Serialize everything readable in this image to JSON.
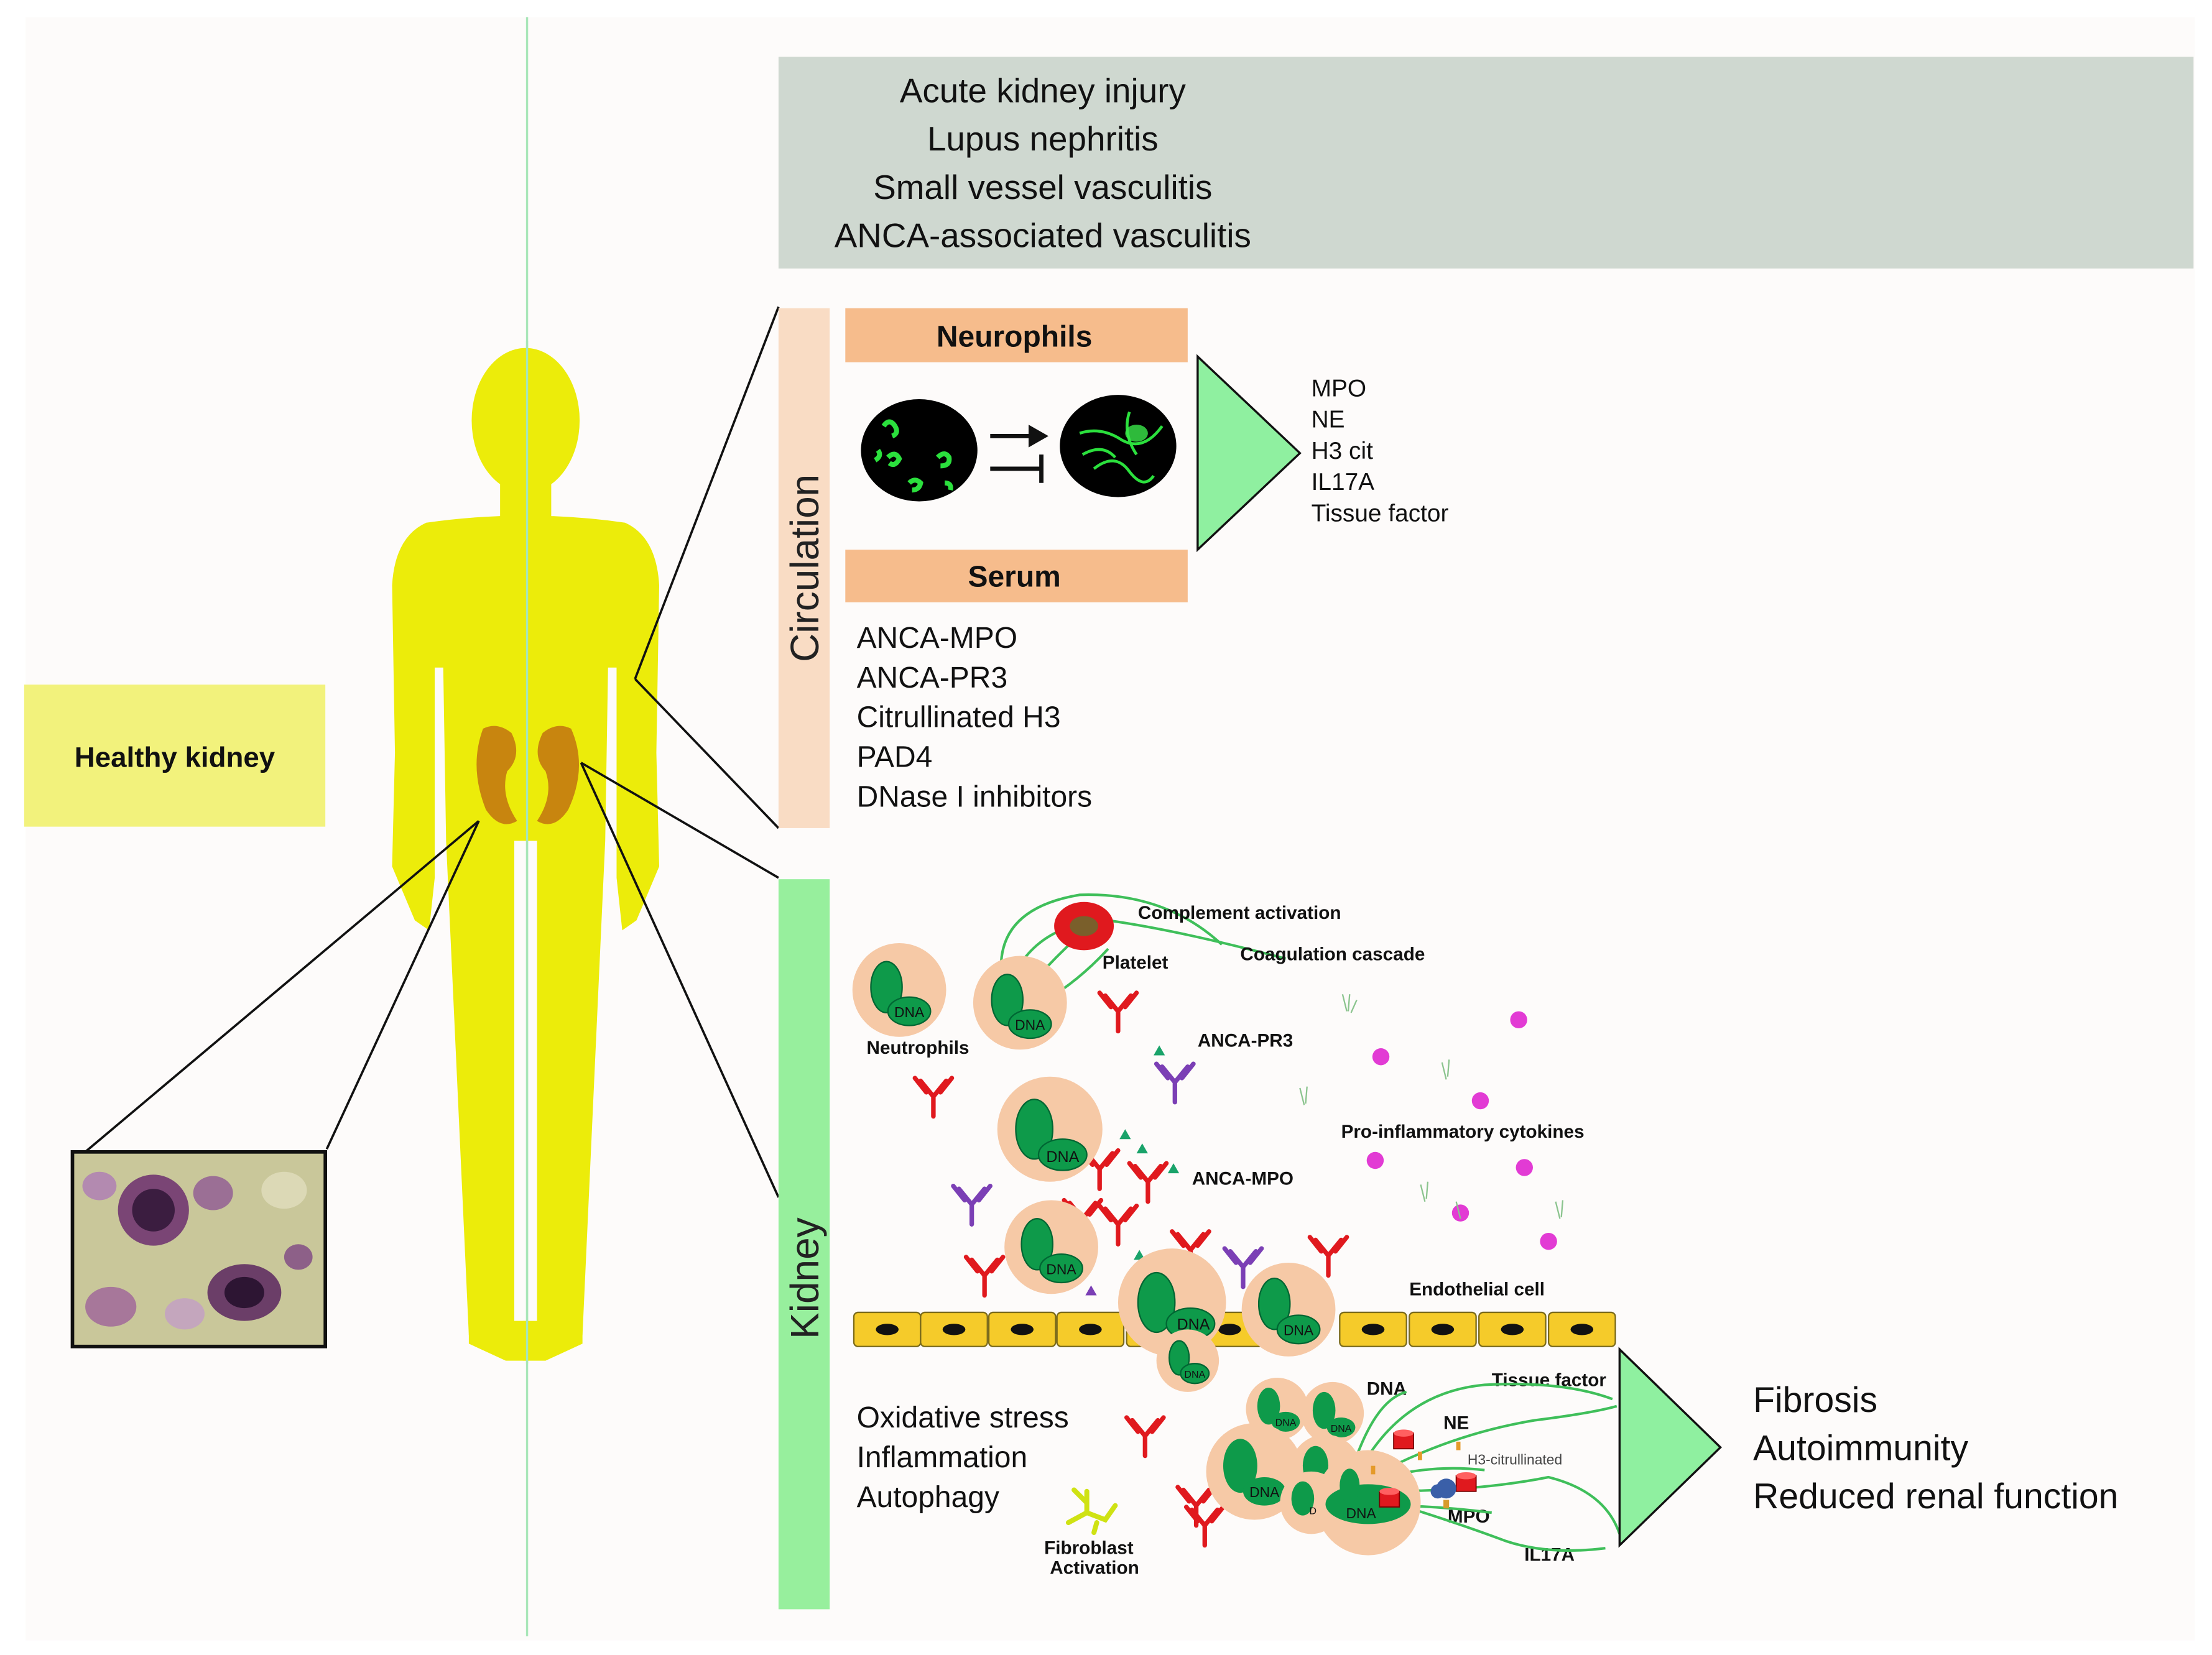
{
  "diseases": {
    "items": [
      "Acute kidney injury",
      "Lupus nephritis",
      "Small vessel vasculitis",
      "ANCA-associated vasculitis"
    ]
  },
  "left": {
    "healthy_label": "Healthy kidney"
  },
  "circulation": {
    "section_label": "Circulation",
    "neutrophils_header": "Neurophils",
    "serum_header": "Serum",
    "net_markers": [
      "MPO",
      "NE",
      "H3 cit",
      "IL17A",
      "Tissue factor"
    ],
    "serum_markers": [
      "ANCA-MPO",
      "ANCA-PR3",
      "Citrullinated H3",
      "PAD4",
      "DNase I inhibitors"
    ]
  },
  "kidney": {
    "section_label": "Kidney",
    "labels": {
      "complement": "Complement activation",
      "coagulation": "Coagulation cascade",
      "platelet": "Platelet",
      "neutrophils": "Neutrophils",
      "anca_pr3": "ANCA-PR3",
      "cytokines": "Pro-inflammatory cytokines",
      "anca_mpo": "ANCA-MPO",
      "endothelial": "Endothelial cell",
      "dna": "DNA",
      "tissue_factor": "Tissue factor",
      "ne": "NE",
      "h3": "H3-citrullinated",
      "mpo": "MPO",
      "il17a": "IL17A",
      "fibroblast_1": "Fibroblast",
      "fibroblast_2": "Activation",
      "dna_cell": "DNA"
    },
    "processes": [
      "Oxidative stress",
      "Inflammation",
      "Autophagy"
    ]
  },
  "outcomes": {
    "items": [
      "Fibrosis",
      "Autoimmunity",
      "Reduced renal function"
    ]
  },
  "colors": {
    "body": "#ecec0a",
    "kidney_organ": "#c8850f",
    "disease_box": "#cfd8d0",
    "peach_header": "#f6bc8c",
    "circulation_bar": "#f9dcc4",
    "kidney_bar": "#97ef9d",
    "triangle": "#8ff0a0",
    "healthy_box": "#f2f27c",
    "cell_body": "#f6c9a6",
    "nucleus": "#0e9a4a",
    "antibody_red": "#e0191e",
    "antibody_purple": "#7b3fb5",
    "endothelium": "#f5cb2a"
  }
}
